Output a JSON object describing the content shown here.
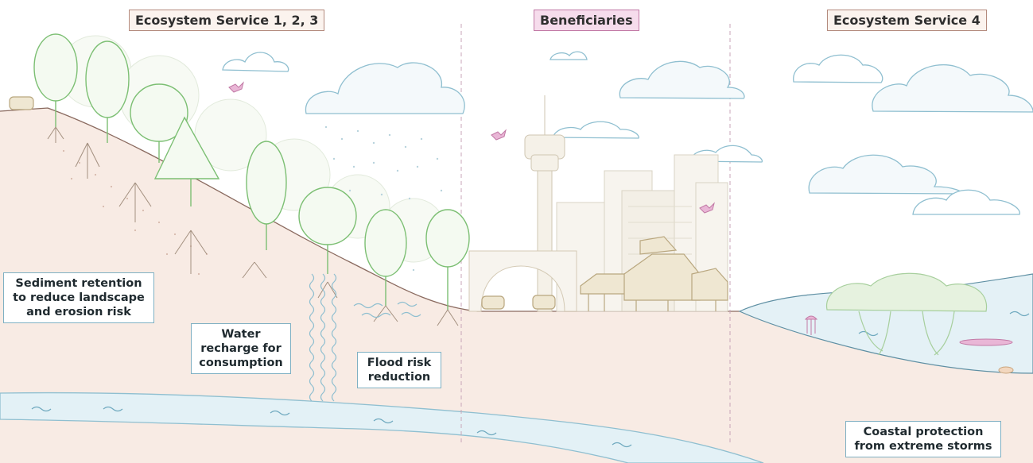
{
  "headers": {
    "es123": "Ecosystem Service 1, 2, 3",
    "beneficiaries": "Beneficiaries",
    "es4": "Ecosystem Service 4"
  },
  "callouts": {
    "sediment": [
      "Sediment retention",
      "to reduce landscape",
      "and erosion risk"
    ],
    "water": [
      "Water",
      "recharge for",
      "consumption"
    ],
    "flood": [
      "Flood risk",
      "reduction"
    ],
    "coastal": [
      "Coastal protection",
      "from extreme storms"
    ]
  },
  "colors": {
    "ground": "#f8ebe4",
    "river": "#e3f1f6",
    "sea": "#e4f1f6",
    "tree": "#7cbf73",
    "header_border": "#b48b7e",
    "beneficiaries_fill": "#f6dcec",
    "callout_border": "#7fb0c3",
    "bird": "#d98bbb"
  }
}
